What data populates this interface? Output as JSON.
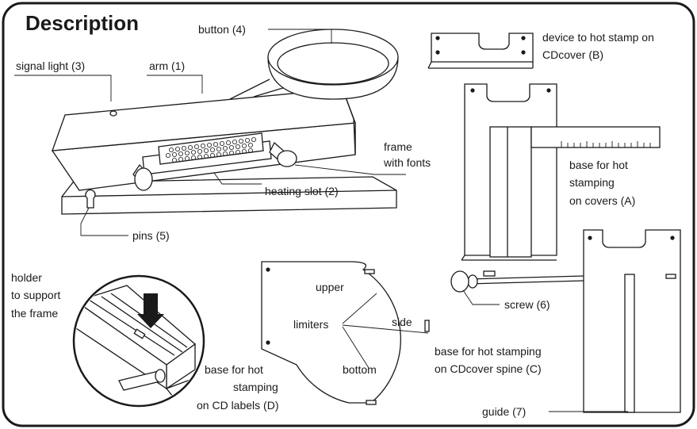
{
  "title": "Description",
  "labels": {
    "button": "button (4)",
    "signal_light": "signal light (3)",
    "arm": "arm (1)",
    "frame_line1": "frame",
    "frame_line2": "with fonts",
    "heating_slot": "heating slot (2)",
    "pins": "pins (5)",
    "holder_line1": "holder",
    "holder_line2": "to support",
    "holder_line3": "the frame",
    "device_b_line1": "device to hot stamp on",
    "device_b_line2": "CDcover (B)",
    "base_a_line1": "base for hot",
    "base_a_line2": "stamping",
    "base_a_line3": "on covers (A)",
    "upper": "upper",
    "limiters": "limiters",
    "side": "side",
    "bottom": "bottom",
    "screw": "screw (6)",
    "base_c_line1": "base for hot stamping",
    "base_c_line2": "on CDcover spine (C)",
    "base_d_line1": "base for hot",
    "base_d_line2": "stamping",
    "base_d_line3": "on CD labels (D)",
    "guide": "guide (7)"
  }
}
